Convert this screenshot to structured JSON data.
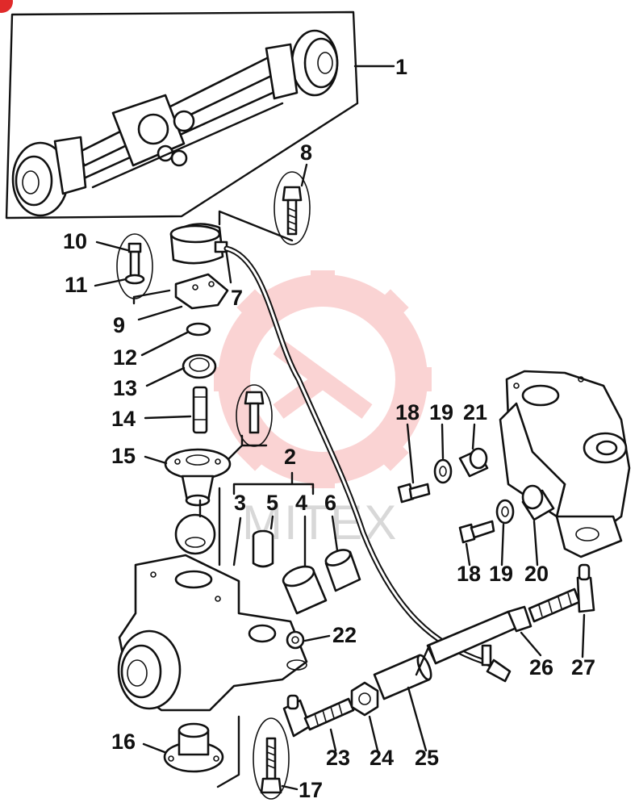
{
  "diagram": {
    "labels": {
      "n1": "1",
      "n2": "2",
      "n3": "3",
      "n4": "4",
      "n5": "5",
      "n6": "6",
      "n7": "7",
      "n8": "8",
      "n9": "9",
      "n10": "10",
      "n11": "11",
      "n12": "12",
      "n13": "13",
      "n14": "14",
      "n15": "15",
      "n16": "16",
      "n17": "17",
      "n18a": "18",
      "n18b": "18",
      "n19a": "19",
      "n19b": "19",
      "n20": "20",
      "n21": "21",
      "n22": "22",
      "n23": "23",
      "n24": "24",
      "n25": "25",
      "n26": "26",
      "n27": "27"
    },
    "watermark": "MITEX",
    "colors": {
      "ink": "#111111",
      "watermark_red": "#f4a0a0",
      "corner_badge": "#e02a2a"
    }
  }
}
